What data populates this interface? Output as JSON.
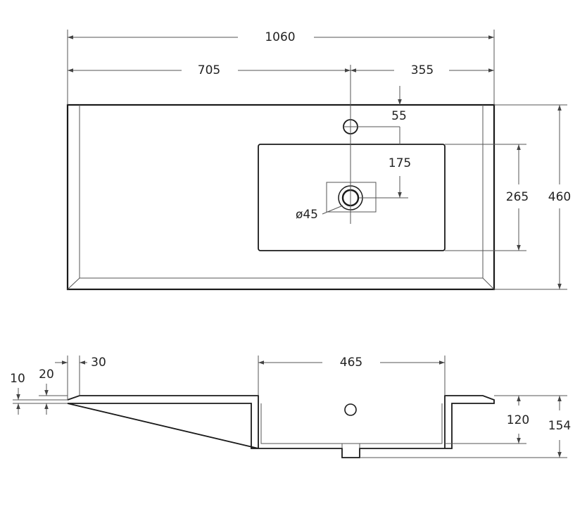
{
  "drawing": {
    "plan": {
      "overall_width": "1060",
      "left_segment": "705",
      "right_segment": "355",
      "tap_hole_offset": "55",
      "bowl_to_drain": "175",
      "bowl_depth": "265",
      "overall_depth": "460",
      "drain_diameter": "ø45"
    },
    "section": {
      "rim_thickness": "10",
      "edge_height": "20",
      "lip_width": "30",
      "bowl_width": "465",
      "bowl_height": "120",
      "total_height": "154"
    }
  }
}
